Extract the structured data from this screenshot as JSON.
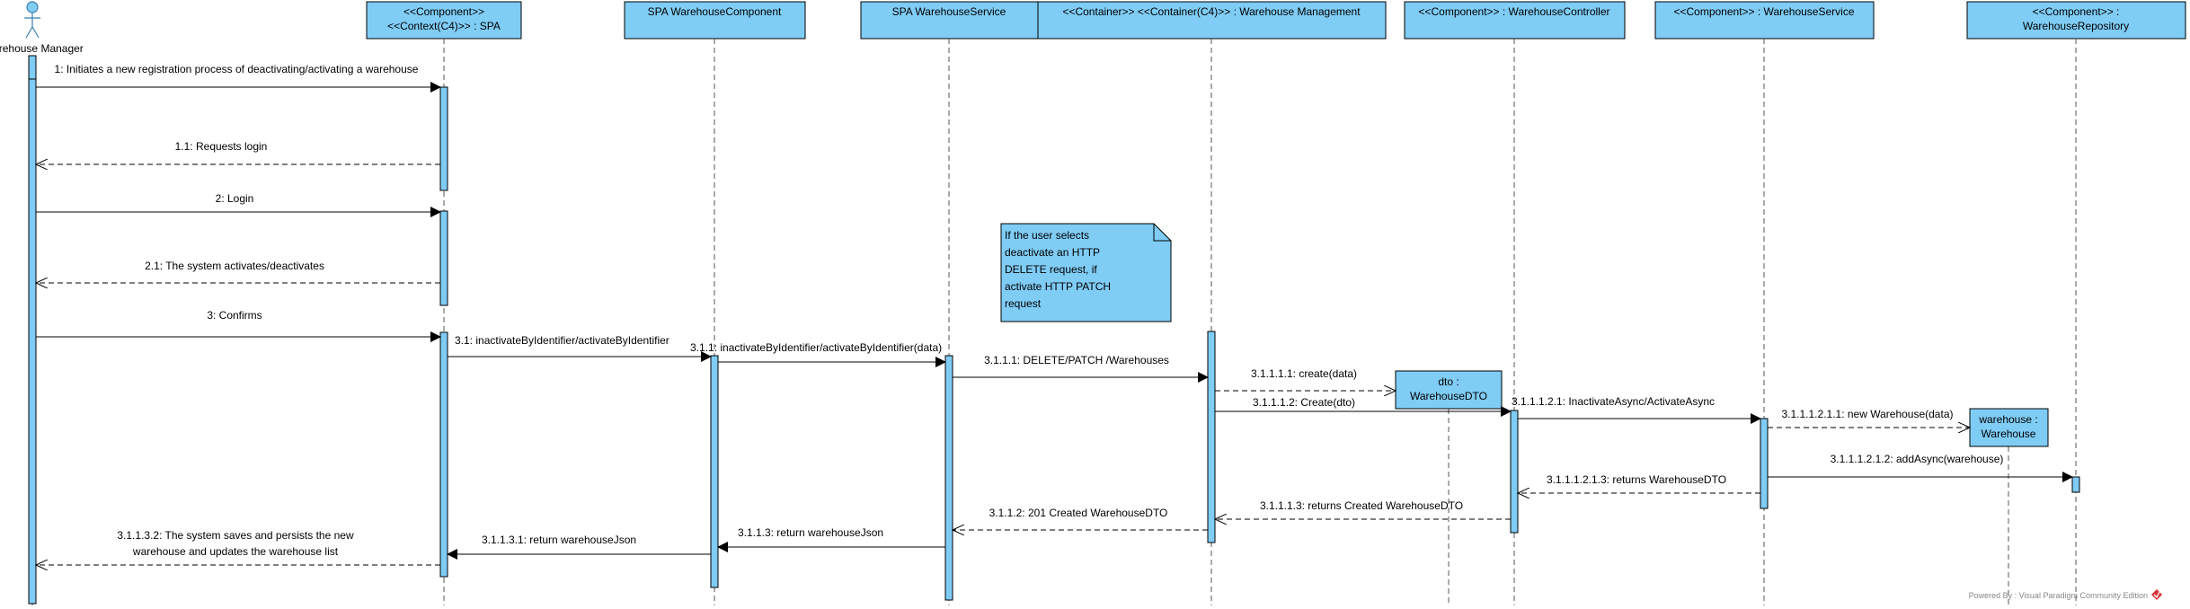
{
  "actor": {
    "label": "Warehouse Manager"
  },
  "participants": [
    {
      "id": "spa",
      "lines": [
        "<<Component>>",
        "<<Context(C4)>> : SPA"
      ]
    },
    {
      "id": "spawc",
      "lines": [
        "SPA WarehouseComponent"
      ]
    },
    {
      "id": "spaws",
      "lines": [
        "SPA WarehouseService"
      ]
    },
    {
      "id": "wm",
      "lines": [
        "<<Container>> <<Container(C4)>> : Warehouse Management"
      ]
    },
    {
      "id": "wctrl",
      "lines": [
        "<<Component>> : WarehouseController"
      ]
    },
    {
      "id": "wsvc",
      "lines": [
        "<<Component>> : WarehouseService"
      ]
    },
    {
      "id": "wrepo",
      "lines": [
        "<<Component>> :",
        "WarehouseRepository"
      ]
    }
  ],
  "created_objects": [
    {
      "id": "dto",
      "lines": [
        "dto :",
        "WarehouseDTO"
      ]
    },
    {
      "id": "wh",
      "lines": [
        "warehouse :",
        "Warehouse"
      ]
    }
  ],
  "messages": [
    {
      "id": "m1",
      "label": "1: Initiates a new registration process of deactivating/activating a warehouse",
      "from": "actor",
      "to": "spa",
      "kind": "sync"
    },
    {
      "id": "m1_1",
      "label": "1.1: Requests login",
      "from": "spa",
      "to": "actor",
      "kind": "return"
    },
    {
      "id": "m2",
      "label": "2: Login",
      "from": "actor",
      "to": "spa",
      "kind": "sync"
    },
    {
      "id": "m2_1",
      "label": "2.1: The system activates/deactivates",
      "from": "spa",
      "to": "actor",
      "kind": "return"
    },
    {
      "id": "m3",
      "label": "3: Confirms",
      "from": "actor",
      "to": "spa",
      "kind": "sync"
    },
    {
      "id": "m3_1",
      "label": "3.1: inactivateByIdentifier/activateByIdentifier",
      "from": "spa",
      "to": "spawc",
      "kind": "sync"
    },
    {
      "id": "m3_1_1",
      "label": "3.1.1: inactivateByIdentifier/activateByIdentifier(data)",
      "from": "spawc",
      "to": "spaws",
      "kind": "sync"
    },
    {
      "id": "m3_1_1_1",
      "label": "3.1.1.1: DELETE/PATCH /Warehouses",
      "from": "spaws",
      "to": "wm",
      "kind": "sync"
    },
    {
      "id": "m3_1_1_1_1",
      "label": "3.1.1.1.1: create(data)",
      "from": "wm",
      "to": "dto",
      "kind": "create"
    },
    {
      "id": "m3_1_1_1_2",
      "label": "3.1.1.1.2: Create(dto)",
      "from": "wm",
      "to": "wctrl",
      "kind": "sync"
    },
    {
      "id": "m3_1_1_1_2_1",
      "label": "3.1.1.1.2.1: InactivateAsync/ActivateAsync",
      "from": "wctrl",
      "to": "wsvc",
      "kind": "sync"
    },
    {
      "id": "m3_1_1_1_2_1_1",
      "label": "3.1.1.1.2.1.1: new Warehouse(data)",
      "from": "wsvc",
      "to": "wh",
      "kind": "create"
    },
    {
      "id": "m3_1_1_1_2_1_2",
      "label": "3.1.1.1.2.1.2: addAsync(warehouse)",
      "from": "wsvc",
      "to": "wrepo",
      "kind": "sync"
    },
    {
      "id": "m3_1_1_1_2_1_3",
      "label": "3.1.1.1.2.1.3: returns WarehouseDTO",
      "from": "wsvc",
      "to": "wctrl",
      "kind": "return"
    },
    {
      "id": "m3_1_1_1_3",
      "label": "3.1.1.1.3: returns Created WarehouseDTO",
      "from": "wctrl",
      "to": "wm",
      "kind": "return"
    },
    {
      "id": "m3_1_1_2",
      "label": "3.1.1.2: 201 Created WarehouseDTO",
      "from": "wm",
      "to": "spaws",
      "kind": "return"
    },
    {
      "id": "m3_1_1_3",
      "label": "3.1.1.3: return warehouseJson",
      "from": "spaws",
      "to": "spawc",
      "kind": "sync"
    },
    {
      "id": "m3_1_1_3_1",
      "label": "3.1.1.3.1: return warehouseJson",
      "from": "spawc",
      "to": "spa",
      "kind": "sync"
    },
    {
      "id": "m3_1_1_3_2",
      "lines": [
        "3.1.1.3.2: The system saves and persists the new",
        "warehouse and updates the warehouse list"
      ],
      "from": "spa",
      "to": "actor",
      "kind": "return"
    }
  ],
  "note": {
    "lines": [
      "If the user selects",
      "deactivate an HTTP",
      "DELETE request, if",
      "activate HTTP PATCH",
      "request"
    ]
  },
  "watermark": "Powered By : Visual Paradigm Community Edition",
  "colors": {
    "box_fill": "#7FCCF5",
    "activation_fill": "#7FCCF5",
    "note_fill": "#7FCCF5",
    "line": "#000000",
    "lifeline": "#555555",
    "watermark": "#888888",
    "logo": "#D9343A"
  }
}
